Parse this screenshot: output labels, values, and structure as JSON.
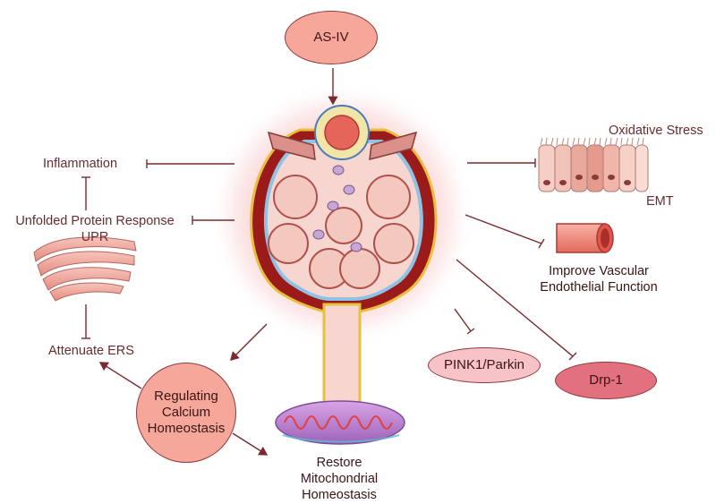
{
  "nodes": {
    "asiv": "AS-IV",
    "inflammation": "Inflammation",
    "upr_line1": "Unfolded Protein Response",
    "upr_line2": "UPR",
    "attenuate_ers": "Attenuate ERS",
    "calcium_line1": "Regulating",
    "calcium_line2": "Calcium",
    "calcium_line3": "Homeostasis",
    "mito_line1": "Restore",
    "mito_line2": "Mitochondrial",
    "mito_line3": "Homeostasis",
    "pink1": "PINK1/Parkin",
    "drp1": "Drp-1",
    "oxidative": "Oxidative Stress",
    "emt": "EMT",
    "vascular_line1": "Improve Vascular",
    "vascular_line2": "Endothelial Function"
  },
  "colors": {
    "arrow": "#7a2a2e",
    "text": "#6b2a2e",
    "asiv_fill": "#f6a79a",
    "calcium_fill": "#f5a899",
    "pink1_fill": "#f7c3c8",
    "drp1_fill": "#e2707e"
  }
}
